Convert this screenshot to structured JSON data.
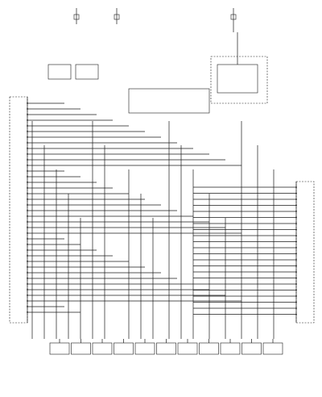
{
  "diagram": {
    "components": [
      {
        "id": "fuse-1",
        "label": ""
      },
      {
        "id": "fuse-2",
        "label": ""
      },
      {
        "id": "fuse-3",
        "label": ""
      },
      {
        "id": "relay-box",
        "label": ""
      },
      {
        "id": "level-valve-block",
        "label": ""
      },
      {
        "id": "front-sensors",
        "label": ""
      },
      {
        "id": "left-front-module",
        "label": ""
      },
      {
        "id": "control-module",
        "label": ""
      },
      {
        "id": "right-connector",
        "label": ""
      }
    ],
    "bottom_components": [
      {
        "id": "sensor-1",
        "label": ""
      },
      {
        "id": "sensor-2",
        "label": ""
      },
      {
        "id": "sensor-3",
        "label": ""
      },
      {
        "id": "sensor-4",
        "label": ""
      },
      {
        "id": "sensor-5",
        "label": ""
      },
      {
        "id": "compressor",
        "label": ""
      },
      {
        "id": "sensor-6",
        "label": ""
      },
      {
        "id": "sensor-7",
        "label": ""
      },
      {
        "id": "sensor-8",
        "label": ""
      },
      {
        "id": "sensor-9",
        "label": ""
      },
      {
        "id": "sensor-10",
        "label": ""
      }
    ]
  }
}
